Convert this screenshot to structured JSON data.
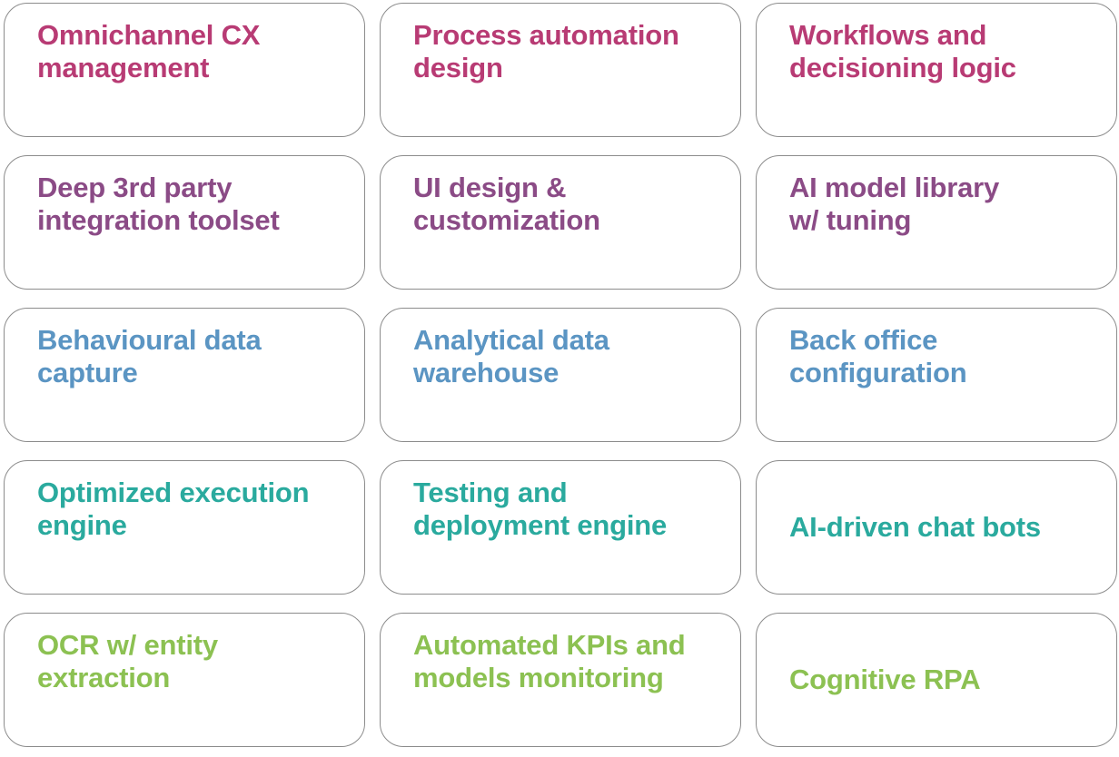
{
  "colors": {
    "row1": "#b83b74",
    "row2": "#8b4b86",
    "row3": "#5b95c3",
    "row4": "#2aaa9e",
    "row5": "#8cc152",
    "border": "#8c8c8c"
  },
  "rows": [
    {
      "tiles": [
        {
          "label": "Omnichannel CX\nmanagement"
        },
        {
          "label": "Process automation\ndesign"
        },
        {
          "label": "Workflows and\ndecisioning logic"
        }
      ]
    },
    {
      "tiles": [
        {
          "label": "Deep 3rd party\nintegration toolset"
        },
        {
          "label": "UI design &\ncustomization"
        },
        {
          "label": "AI model library\nw/ tuning"
        }
      ]
    },
    {
      "tiles": [
        {
          "label": "Behavioural data\ncapture"
        },
        {
          "label": "Analytical data\nwarehouse"
        },
        {
          "label": "Back office\nconfiguration"
        }
      ]
    },
    {
      "tiles": [
        {
          "label": "Optimized execution\nengine"
        },
        {
          "label": "Testing and\ndeployment engine"
        },
        {
          "label": "AI-driven chat bots"
        }
      ]
    },
    {
      "tiles": [
        {
          "label": "OCR w/ entity\nextraction"
        },
        {
          "label": "Automated KPIs and\nmodels monitoring"
        },
        {
          "label": "Cognitive RPA"
        }
      ]
    }
  ]
}
